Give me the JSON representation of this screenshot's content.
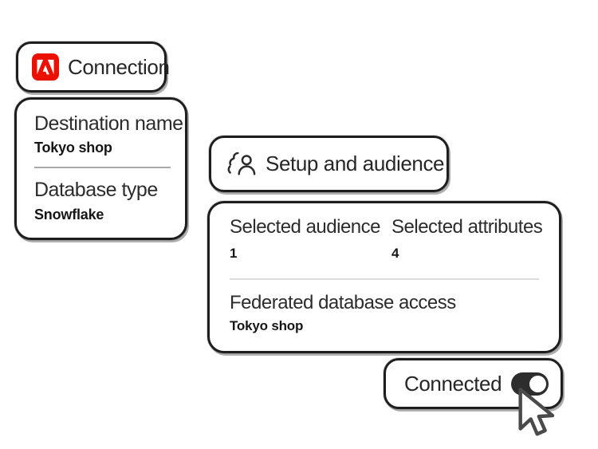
{
  "colors": {
    "adobe_red": "#eb1000",
    "card_border": "#1e1e1e",
    "text_primary": "#2c2c2c",
    "text_value": "#161616",
    "divider_dark": "#a9a9a9",
    "divider_light": "#dcdcdc",
    "toggle_on_bg": "#2d2d2d",
    "toggle_knob": "#ffffff"
  },
  "icons": {
    "connection": "adobe-logo-icon",
    "setup": "audience-icon",
    "pointer": "cursor-arrow-icon"
  },
  "connection_card": {
    "title": "Connection"
  },
  "details_card": {
    "fields": [
      {
        "label": "Destination name",
        "value": "Tokyo shop"
      },
      {
        "label": "Database type",
        "value": "Snowflake"
      }
    ]
  },
  "setup_card": {
    "title": "Setup and audience"
  },
  "summary_card": {
    "stats": [
      {
        "label": "Selected audience",
        "value": "1"
      },
      {
        "label": "Selected attributes",
        "value": "4"
      }
    ],
    "access": {
      "label": "Federated database access",
      "value": "Tokyo shop"
    }
  },
  "status_card": {
    "label": "Connected",
    "toggle_state": "on"
  }
}
